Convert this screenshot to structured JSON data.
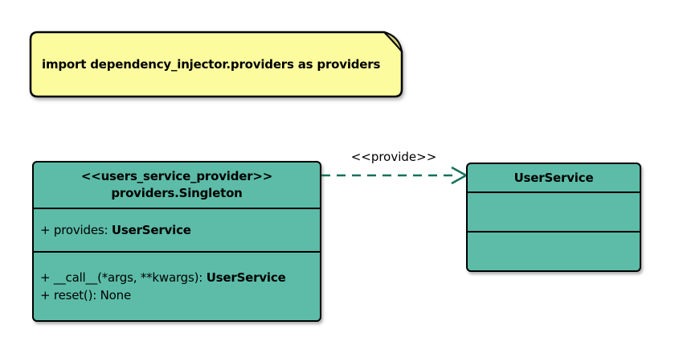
{
  "note": {
    "text": "import dependency_injector.providers as providers"
  },
  "left_class": {
    "stereotype": "<<users_service_provider>>",
    "name": "providers.Singleton",
    "attributes": [
      {
        "prefix": "+ provides: ",
        "type": "UserService"
      }
    ],
    "methods": [
      {
        "prefix": "+ __call__(*args, **kwargs): ",
        "type": "UserService"
      },
      {
        "prefix": "+ reset(): None",
        "type": ""
      }
    ]
  },
  "right_class": {
    "name": "UserService"
  },
  "relation": {
    "label": "<<provide>>"
  },
  "colors": {
    "class_fill": "#5CBCA8",
    "note_fill": "#FCFC9E",
    "note_fold": "#CFCF7A",
    "arrow": "#17705C",
    "border": "#000000",
    "text": "#000000",
    "background": "#FFFFFF"
  }
}
